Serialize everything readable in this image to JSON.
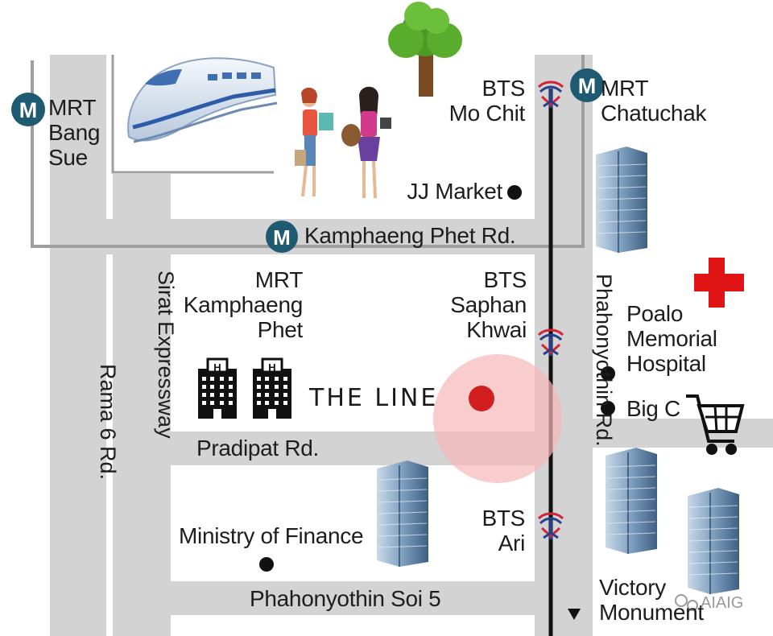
{
  "colors": {
    "road": "#d3d3d3",
    "rail_outline": "#9e9e9e",
    "bts_line": "#111111",
    "highlight": "#f6b8b8",
    "marker": "#d11f1f",
    "mrt_badge": "#1f5a73",
    "hospital_cross": "#e01414"
  },
  "stations": {
    "mrt_bang_sue": [
      "MRT",
      "Bang",
      "Sue"
    ],
    "bts_mo_chit": [
      "BTS",
      "Mo Chit"
    ],
    "mrt_chatuchak": [
      "MRT",
      "Chatuchak"
    ],
    "mrt_kamphaeng_phet": [
      "MRT",
      "Kamphaeng",
      "Phet"
    ],
    "bts_saphan_khwai": [
      "BTS",
      "Saphan",
      "Khwai"
    ],
    "bts_ari": [
      "BTS",
      "Ari"
    ],
    "mrt_badge_letter": "M"
  },
  "roads": {
    "kamphaeng_phet": "Kamphaeng Phet Rd.",
    "sirat_expressway": "Sirat Expressway",
    "rama_6": "Rama 6 Rd.",
    "phahonyothin": "Phahonyothin Rd.",
    "pradipat": "Pradipat Rd.",
    "phahonyothin_soi5": "Phahonyothin Soi 5"
  },
  "places": {
    "jj_market": "JJ Market",
    "hospital": [
      "Poalo",
      "Memorial",
      "Hospital"
    ],
    "big_c": "Big C",
    "ministry": "Ministry of Finance",
    "victory": [
      "Victory",
      "Monument"
    ],
    "hotel_letter": "H"
  },
  "project": {
    "name": "THE LINE"
  },
  "watermark": "AIAIG"
}
